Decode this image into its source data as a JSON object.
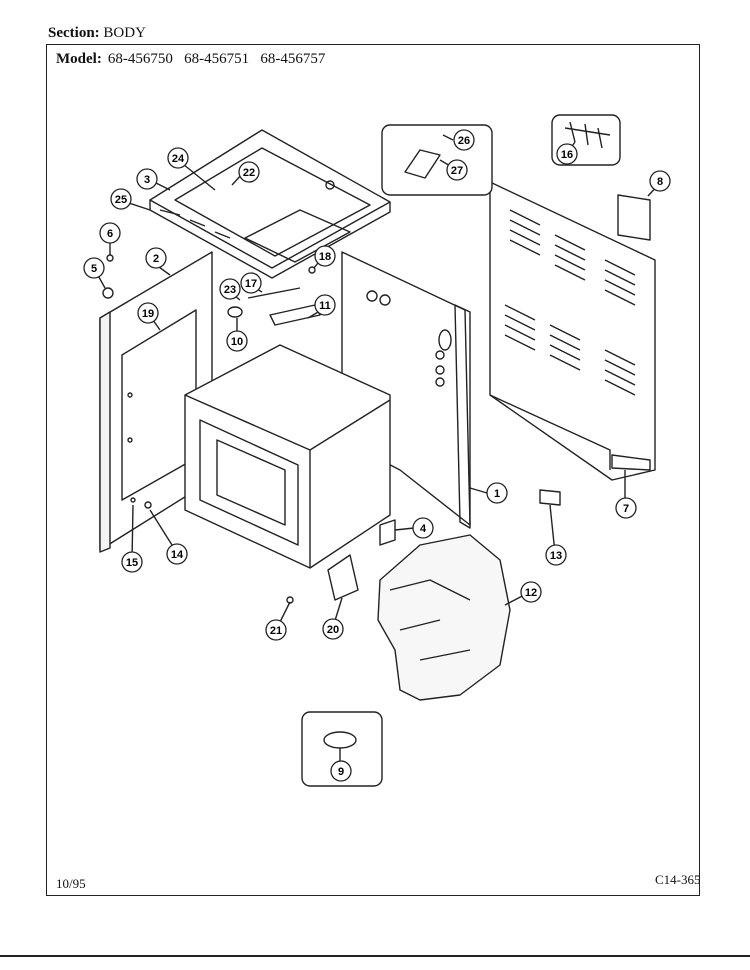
{
  "header": {
    "section_label": "Section:",
    "section_value": "BODY",
    "model_label": "Model:",
    "models": "68-456750   68-456751   68-456757"
  },
  "footer": {
    "date": "10/95",
    "code": "C14-365"
  },
  "callouts": [
    "1",
    "2",
    "3",
    "4",
    "5",
    "6",
    "7",
    "8",
    "9",
    "10",
    "11",
    "12",
    "13",
    "14",
    "15",
    "16",
    "17",
    "18",
    "19",
    "20",
    "21",
    "22",
    "23",
    "24",
    "25",
    "26",
    "27"
  ]
}
